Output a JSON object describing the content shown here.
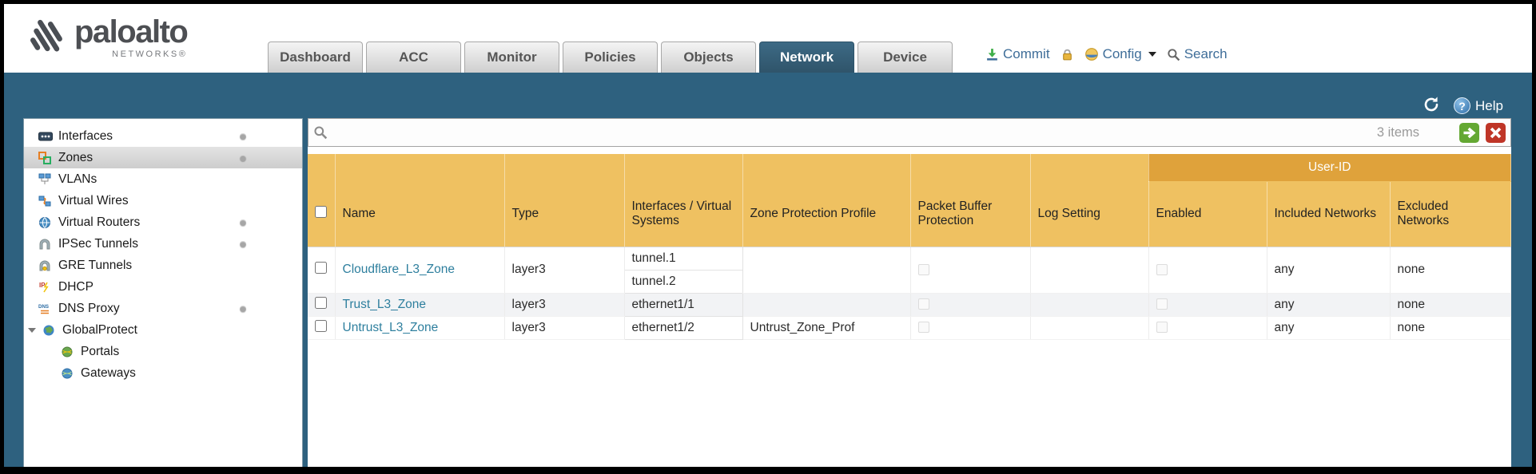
{
  "brand": {
    "logo_text": "paloalto",
    "logo_sub": "NETWORKS®"
  },
  "nav": {
    "tabs": [
      {
        "label": "Dashboard"
      },
      {
        "label": "ACC"
      },
      {
        "label": "Monitor"
      },
      {
        "label": "Policies"
      },
      {
        "label": "Objects"
      },
      {
        "label": "Network"
      },
      {
        "label": "Device"
      }
    ],
    "active_tab": "Network",
    "commit_label": "Commit",
    "config_label": "Config",
    "search_label": "Search"
  },
  "teal": {
    "help_label": "Help"
  },
  "sidebar": {
    "selected": "Zones",
    "items": [
      {
        "label": "Interfaces",
        "icon": "interfaces-icon",
        "has_dot": true
      },
      {
        "label": "Zones",
        "icon": "zones-icon",
        "has_dot": true
      },
      {
        "label": "VLANs",
        "icon": "vlans-icon",
        "has_dot": false
      },
      {
        "label": "Virtual Wires",
        "icon": "virtual-wires-icon",
        "has_dot": false
      },
      {
        "label": "Virtual Routers",
        "icon": "virtual-routers-icon",
        "has_dot": true
      },
      {
        "label": "IPSec Tunnels",
        "icon": "ipsec-tunnels-icon",
        "has_dot": true
      },
      {
        "label": "GRE Tunnels",
        "icon": "gre-tunnels-icon",
        "has_dot": false
      },
      {
        "label": "DHCP",
        "icon": "dhcp-icon",
        "has_dot": false
      },
      {
        "label": "DNS Proxy",
        "icon": "dns-proxy-icon",
        "has_dot": true
      },
      {
        "label": "GlobalProtect",
        "icon": "globalprotect-icon",
        "has_dot": false,
        "expanded": true
      },
      {
        "label": "Portals",
        "icon": "portals-icon",
        "child": true
      },
      {
        "label": "Gateways",
        "icon": "gateways-icon",
        "child": true
      }
    ]
  },
  "filterbar": {
    "value": "",
    "items_count": "3 items"
  },
  "table": {
    "user_id_group": "User-ID",
    "columns": [
      "Name",
      "Type",
      "Interfaces / Virtual Systems",
      "Zone Protection Profile",
      "Packet Buffer Protection",
      "Log Setting",
      "Enabled",
      "Included Networks",
      "Excluded Networks"
    ],
    "rows": [
      {
        "name": "Cloudflare_L3_Zone",
        "type": "layer3",
        "interfaces": [
          "tunnel.1",
          "tunnel.2"
        ],
        "zone_protection_profile": "",
        "log_setting": "",
        "included_networks": "any",
        "excluded_networks": "none"
      },
      {
        "name": "Trust_L3_Zone",
        "type": "layer3",
        "interfaces": [
          "ethernet1/1"
        ],
        "zone_protection_profile": "",
        "log_setting": "",
        "included_networks": "any",
        "excluded_networks": "none"
      },
      {
        "name": "Untrust_L3_Zone",
        "type": "layer3",
        "interfaces": [
          "ethernet1/2"
        ],
        "zone_protection_profile": "Untrust_Zone_Prof",
        "log_setting": "",
        "included_networks": "any",
        "excluded_networks": "none"
      }
    ]
  }
}
